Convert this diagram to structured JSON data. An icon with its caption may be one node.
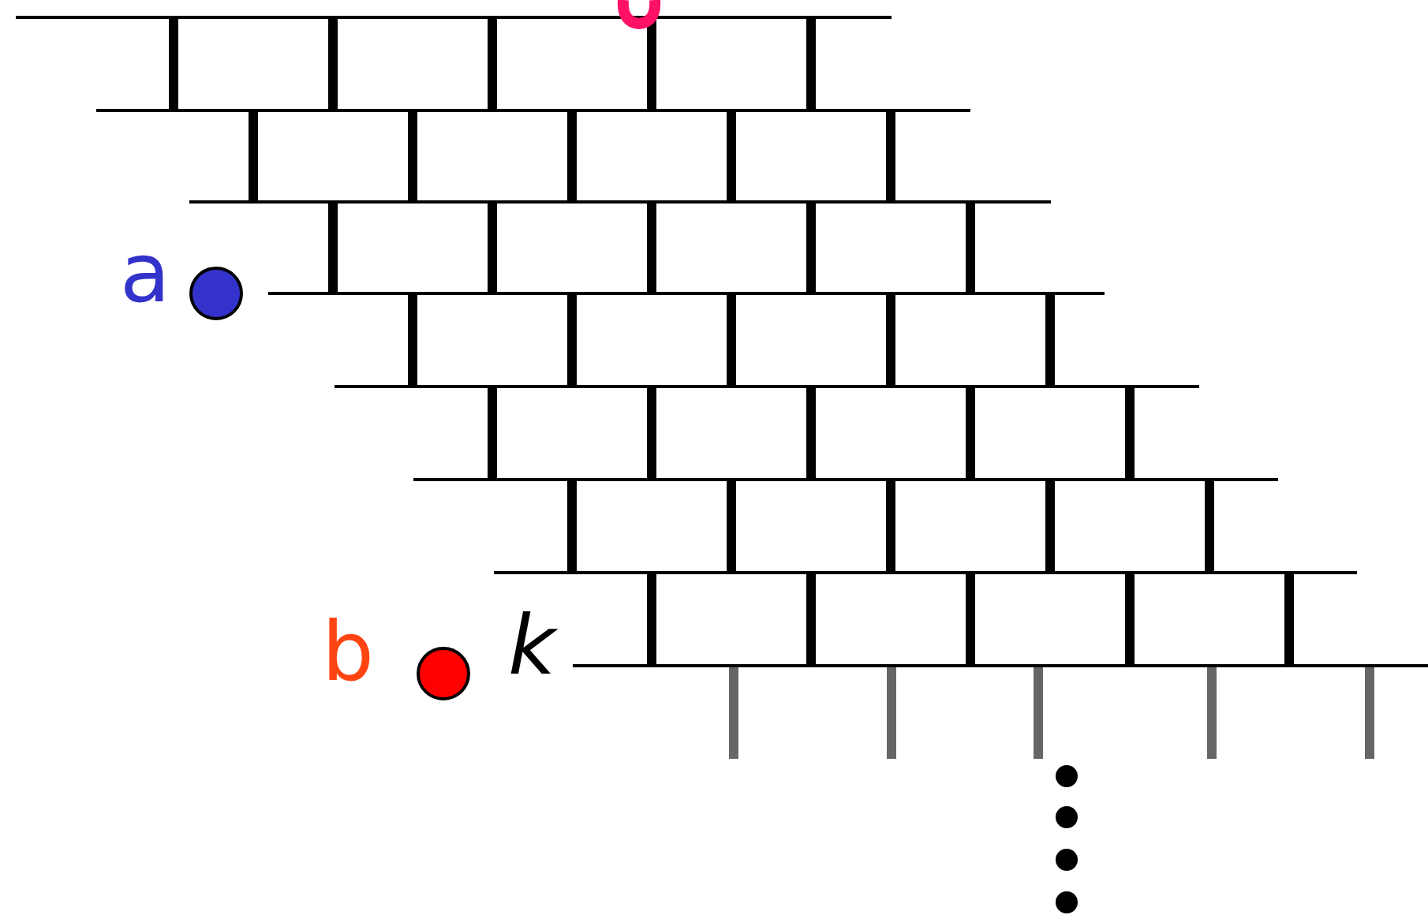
{
  "diagram": {
    "labels": [
      "a",
      "b",
      "k"
    ]
  }
}
